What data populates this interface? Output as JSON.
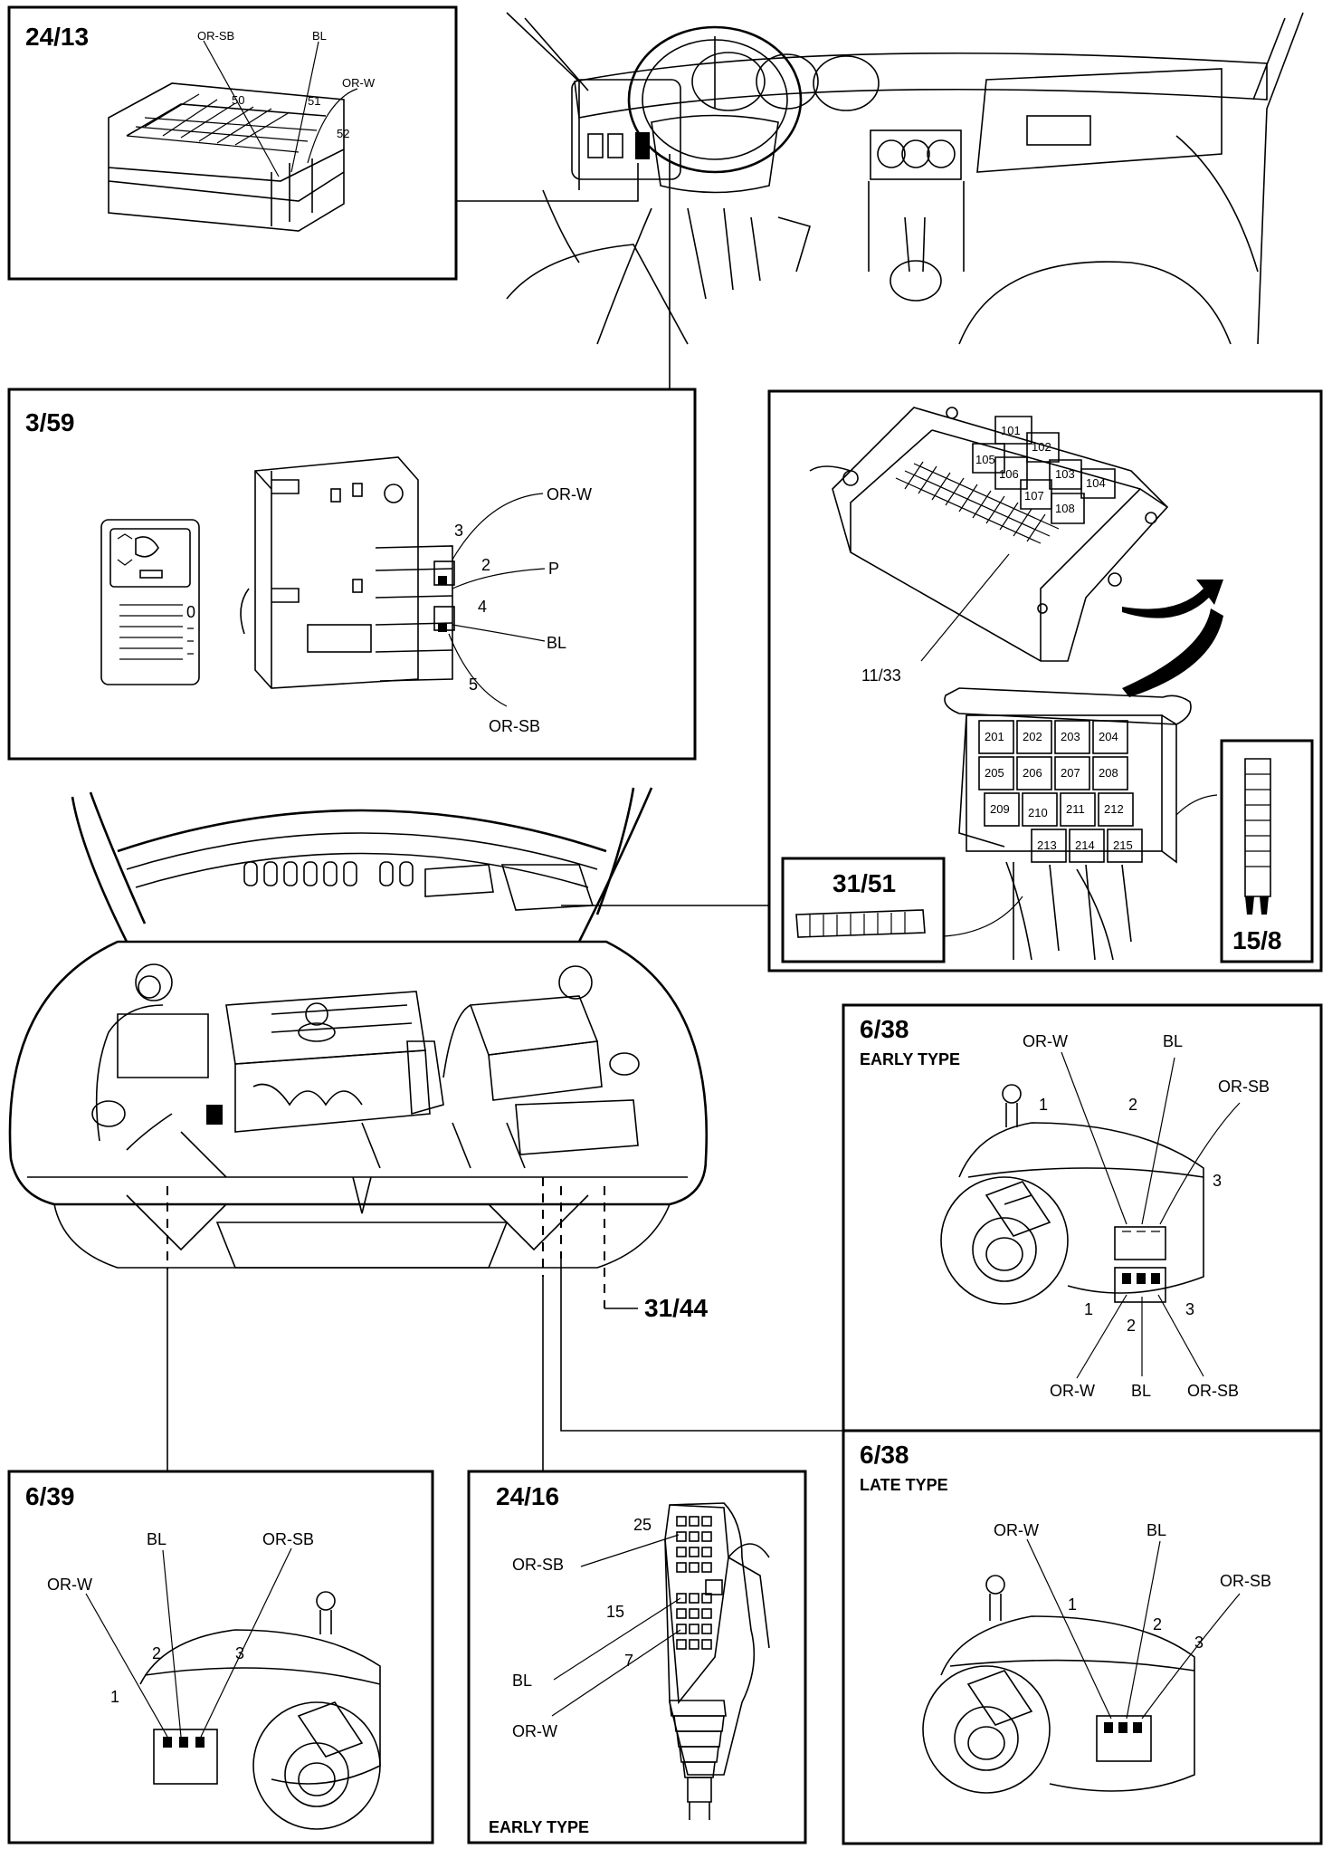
{
  "panels": {
    "p2413": {
      "code": "24/13",
      "wires": [
        "OR-SB",
        "BL",
        "OR-W"
      ],
      "pins": [
        "50",
        "51",
        "52"
      ]
    },
    "p359": {
      "code": "3/59",
      "wires": [
        "OR-W",
        "P",
        "BL",
        "OR-SB"
      ],
      "pins": [
        "3",
        "2",
        "4",
        "5"
      ],
      "dial_zero": "0"
    },
    "relay": {
      "code": "11/33",
      "relays_top": [
        "101",
        "102",
        "105",
        "106",
        "103",
        "104",
        "107",
        "108"
      ],
      "relays_bottom": [
        "201",
        "202",
        "203",
        "204",
        "205",
        "206",
        "207",
        "208",
        "209",
        "210",
        "211",
        "212",
        "213",
        "214",
        "215"
      ]
    },
    "p3151": {
      "code": "31/51"
    },
    "p158": {
      "code": "15/8"
    },
    "p3144": {
      "code": "31/44"
    },
    "p638e": {
      "code": "6/38",
      "type": "EARLY TYPE",
      "wires_top": [
        "OR-W",
        "BL",
        "OR-SB"
      ],
      "pins_top": [
        "1",
        "2",
        "3"
      ],
      "pins_bottom": [
        "1",
        "2",
        "3"
      ],
      "wires_bottom": [
        "OR-W",
        "BL",
        "OR-SB"
      ]
    },
    "p638l": {
      "code": "6/38",
      "type": "LATE TYPE",
      "wires": [
        "OR-W",
        "BL",
        "OR-SB"
      ],
      "pins": [
        "1",
        "2",
        "3"
      ]
    },
    "p639": {
      "code": "6/39",
      "wires": [
        "OR-W",
        "BL",
        "OR-SB"
      ],
      "pins": [
        "1",
        "2",
        "3"
      ]
    },
    "p2416": {
      "code": "24/16",
      "type": "EARLY TYPE",
      "wires": [
        "OR-SB",
        "BL",
        "OR-W"
      ],
      "pins": [
        "25",
        "15",
        "7"
      ]
    }
  }
}
